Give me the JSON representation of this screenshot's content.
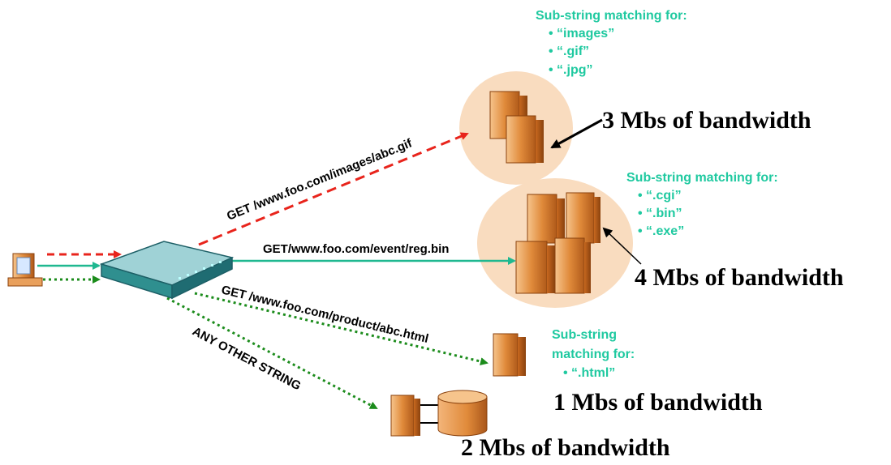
{
  "colors": {
    "red_arrow": "#e8241c",
    "teal_arrow": "#1fb890",
    "green_arrow": "#1c8c1c",
    "match_text": "#1fc9a0",
    "server_circle": "#f9dcbf",
    "switch": "#2f8f8f"
  },
  "icons": [
    "client-computer-icon",
    "layer7-switch-icon",
    "server-tower-icon",
    "database-cylinder-icon"
  ],
  "requests": {
    "images": "GET /www.foo.com/images/abc.gif",
    "event": "GET/www.foo.com/event/reg.bin",
    "product": "GET /www.foo.com/product/abc.html",
    "other": "ANY OTHER STRING"
  },
  "servers": {
    "images": {
      "heading": "Sub-string matching for:",
      "patterns": [
        "• “images”",
        "• “.gif”",
        "• “.jpg”"
      ],
      "bandwidth": "3 Mbs of bandwidth"
    },
    "event": {
      "heading": "Sub-string matching for:",
      "patterns": [
        "• “.cgi”",
        "• “.bin”",
        "• “.exe”"
      ],
      "bandwidth": "4 Mbs of bandwidth"
    },
    "product": {
      "heading_line1": "Sub-string",
      "heading_line2": "matching for:",
      "patterns": [
        "• “.html”"
      ],
      "bandwidth": "1 Mbs of bandwidth"
    },
    "other": {
      "bandwidth": "2 Mbs of bandwidth"
    }
  }
}
